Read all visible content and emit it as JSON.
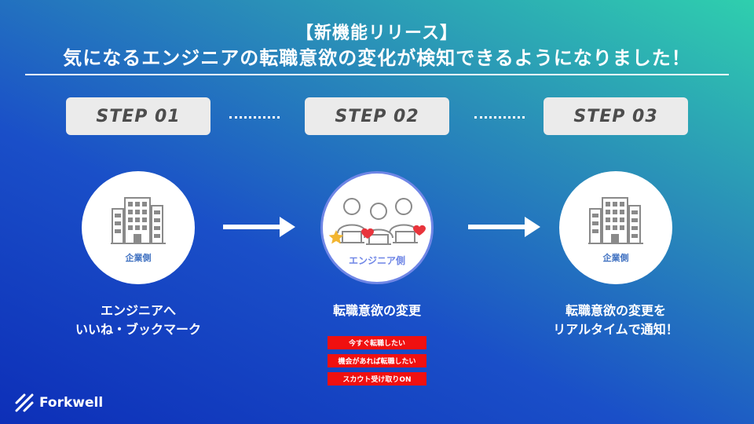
{
  "header": {
    "line1": "【新機能リリース】",
    "line2": "気になるエンジニアの転職意欲の変化が検知できるようになりました！"
  },
  "steps": [
    {
      "label": "STEP 01",
      "circle_label": "企業側",
      "description": [
        "エンジニアへ",
        "いいね・ブックマーク"
      ]
    },
    {
      "label": "STEP 02",
      "circle_label": "エンジニア側",
      "description": [
        "転職意欲の変更"
      ],
      "tags": [
        "今すぐ転職したい",
        "機会があれば転職したい",
        "スカウト受け取りON"
      ]
    },
    {
      "label": "STEP 03",
      "circle_label": "企業側",
      "description": [
        "転職意欲の変更を",
        "リアルタイムで通知！"
      ]
    }
  ],
  "brand": {
    "name": "Forkwell"
  },
  "colors": {
    "tag_red": "#f01010",
    "accent_blue": "#3d6fc0",
    "engineer_ring": "#6f86e6",
    "heart": "#e8343c",
    "star": "#f2b531"
  }
}
